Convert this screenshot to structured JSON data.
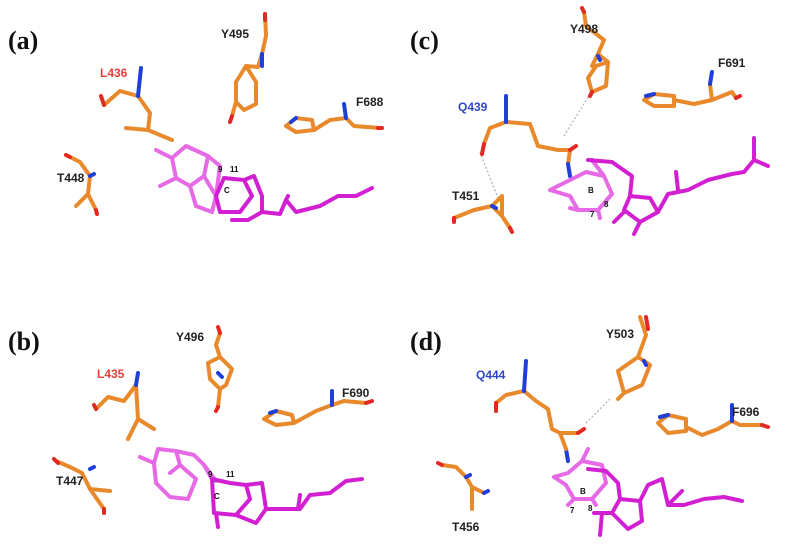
{
  "panels": [
    {
      "id": "a",
      "label": "(a)",
      "residues": [
        "L436",
        "Y495",
        "F688",
        "T448"
      ],
      "ring_label": "C",
      "atom_labels": [
        "9",
        "11"
      ]
    },
    {
      "id": "b",
      "label": "(b)",
      "residues": [
        "L435",
        "Y496",
        "F690",
        "T447"
      ],
      "ring_label": "C",
      "atom_labels": [
        "9",
        "11"
      ]
    },
    {
      "id": "c",
      "label": "(c)",
      "residues": [
        "Q439",
        "Y498",
        "F691",
        "T451"
      ],
      "ring_label": "B",
      "atom_labels": [
        "7",
        "8"
      ]
    },
    {
      "id": "d",
      "label": "(d)",
      "residues": [
        "Q444",
        "Y503",
        "F696",
        "T456"
      ],
      "ring_label": "B",
      "atom_labels": [
        "7",
        "8"
      ]
    }
  ],
  "colors": {
    "carbon_residue": "#e8892b",
    "carbon_ligand": "#d21fd2",
    "nitrogen": "#1f3fd8",
    "oxygen": "#e22a22",
    "label_red": "#e8403a",
    "label_blue": "#2f49c6",
    "hbond": "#b5b5b5"
  }
}
